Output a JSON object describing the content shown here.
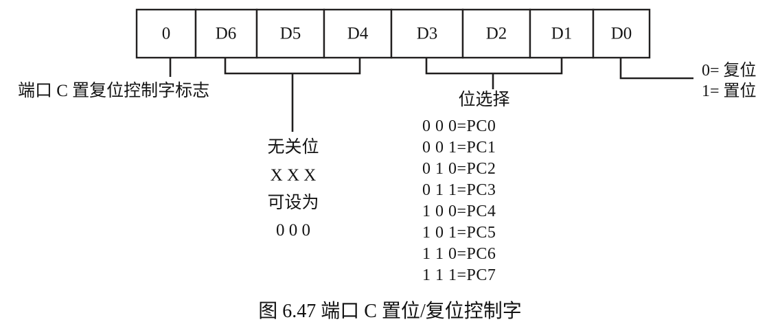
{
  "figure": {
    "caption": "图 6.47   端口 C 置位/复位控制字",
    "caption_number": "图 6.47",
    "caption_title": "端口 C 置位/复位控制字"
  },
  "bit_field": {
    "cells": [
      {
        "label": "0",
        "name": "bit7"
      },
      {
        "label": "D6",
        "name": "bit6"
      },
      {
        "label": "D5",
        "name": "bit5"
      },
      {
        "label": "D4",
        "name": "bit4"
      },
      {
        "label": "D3",
        "name": "bit3"
      },
      {
        "label": "D2",
        "name": "bit2"
      },
      {
        "label": "D1",
        "name": "bit1"
      },
      {
        "label": "D0",
        "name": "bit0"
      }
    ]
  },
  "annotations": {
    "flag": {
      "text": "端口 C 置复位控制字标志"
    },
    "dont_care": {
      "title": "无关位",
      "values": "X  X X",
      "note": "可设为",
      "default": "0  0 0"
    },
    "bit_select": {
      "title": "位选择",
      "rows": [
        {
          "bits": "0 0 0",
          "eq": "=PC0",
          "text": "0 0 0=PC0"
        },
        {
          "bits": "0 0 1",
          "eq": "=PC1",
          "text": "0 0 1=PC1"
        },
        {
          "bits": "0 1 0",
          "eq": "=PC2",
          "text": "0 1 0=PC2"
        },
        {
          "bits": "0 1 1",
          "eq": "=PC3",
          "text": "0 1 1=PC3"
        },
        {
          "bits": "1 0 0",
          "eq": "=PC4",
          "text": "1 0 0=PC4"
        },
        {
          "bits": "1 0 1",
          "eq": "=PC5",
          "text": "1 0 1=PC5"
        },
        {
          "bits": "1 1 0",
          "eq": "=PC6",
          "text": "1 1 0=PC6"
        },
        {
          "bits": "1 1 1",
          "eq": "=PC7",
          "text": "1 1 1=PC7"
        }
      ]
    },
    "set_reset": {
      "line1": "0= 复位",
      "line2": "1= 置位"
    }
  },
  "colors": {
    "ink": "#211f1f",
    "text": "#141414",
    "page": "#ffffff"
  }
}
